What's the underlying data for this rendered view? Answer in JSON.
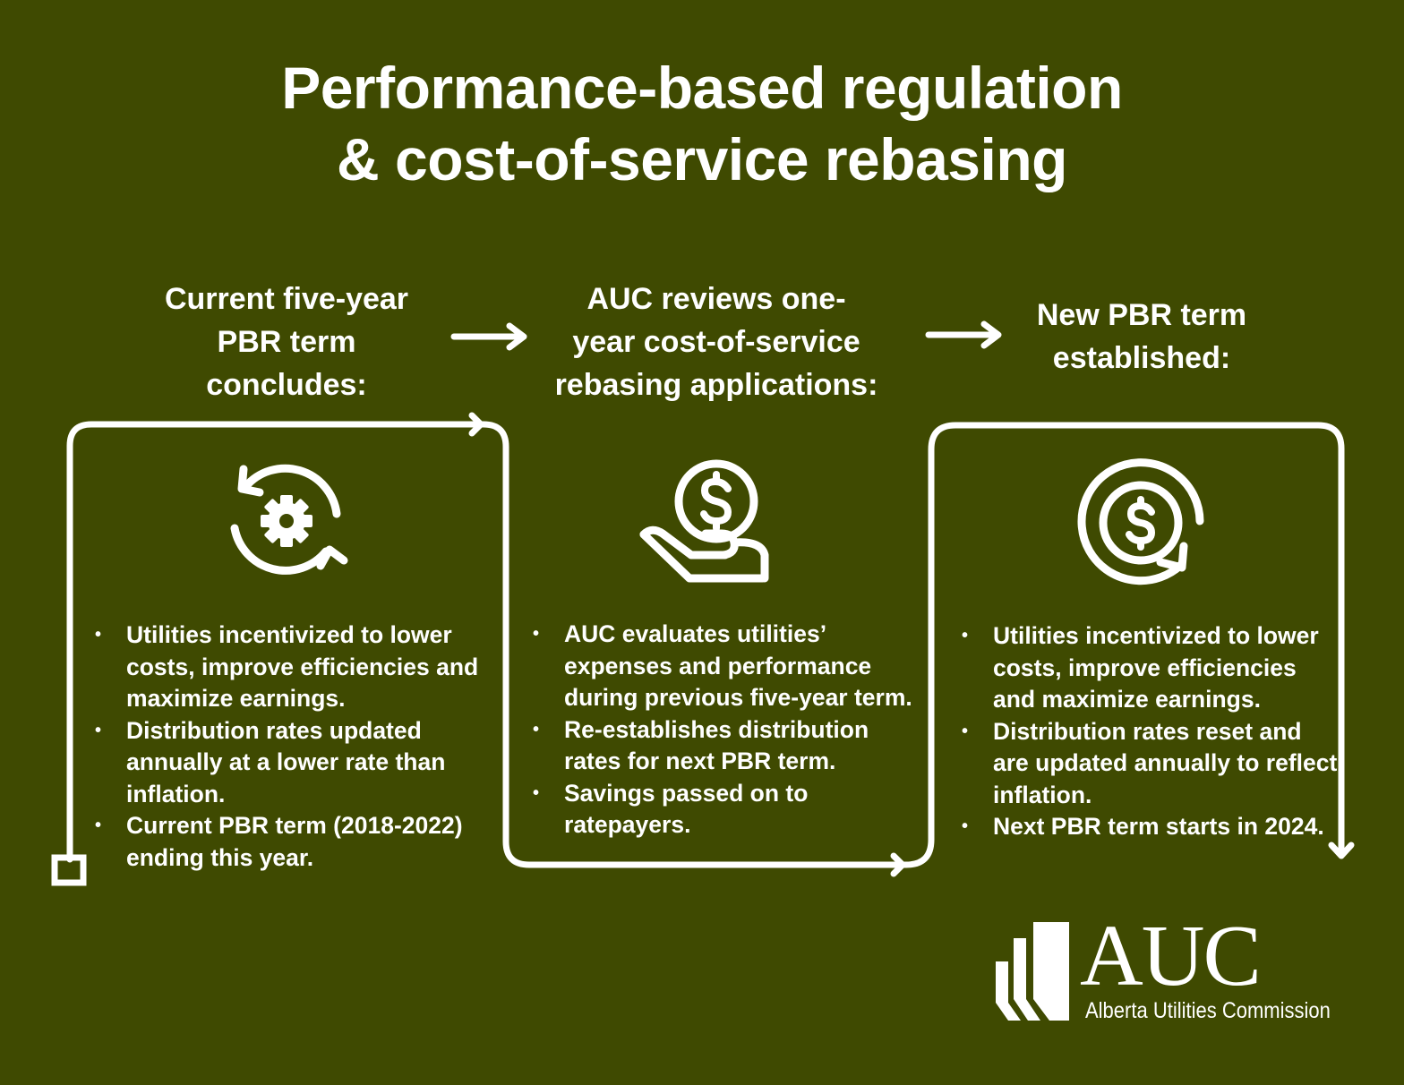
{
  "title": {
    "line1": "Performance-based regulation",
    "line2": "& cost-of-service rebasing"
  },
  "steps": [
    {
      "heading": "Current five-year\nPBR term\nconcludes:",
      "icon": "refresh-gear-icon",
      "bullets": [
        "Utilities incentivized to lower\ncosts, improve efficiencies and\nmaximize earnings.",
        "Distribution rates updated\nannually at a lower rate than\ninflation.",
        "Current PBR term (2018-2022)\nending this year."
      ]
    },
    {
      "heading": "AUC reviews one-\nyear cost-of-service\nrebasing applications:",
      "icon": "hand-dollar-coin-icon",
      "bullets": [
        "AUC evaluates utilities’\nexpenses and performance\nduring previous five-year term.",
        "Re-establishes distribution\nrates for next PBR term.",
        "Savings passed on to\nratepayers."
      ]
    },
    {
      "heading": "New PBR term\nestablished:",
      "icon": "dollar-cycle-icon",
      "bullets": [
        "Utilities incentivized to lower\ncosts, improve efficiencies\nand maximize earnings.",
        "Distribution rates reset and\nare updated annually to reflect\ninflation.",
        "Next PBR term starts in 2024."
      ]
    }
  ],
  "logo": {
    "abbreviation": "AUC",
    "name": "Alberta Utilities Commission"
  },
  "colors": {
    "background": "#3f4a01",
    "foreground": "#ffffff"
  }
}
